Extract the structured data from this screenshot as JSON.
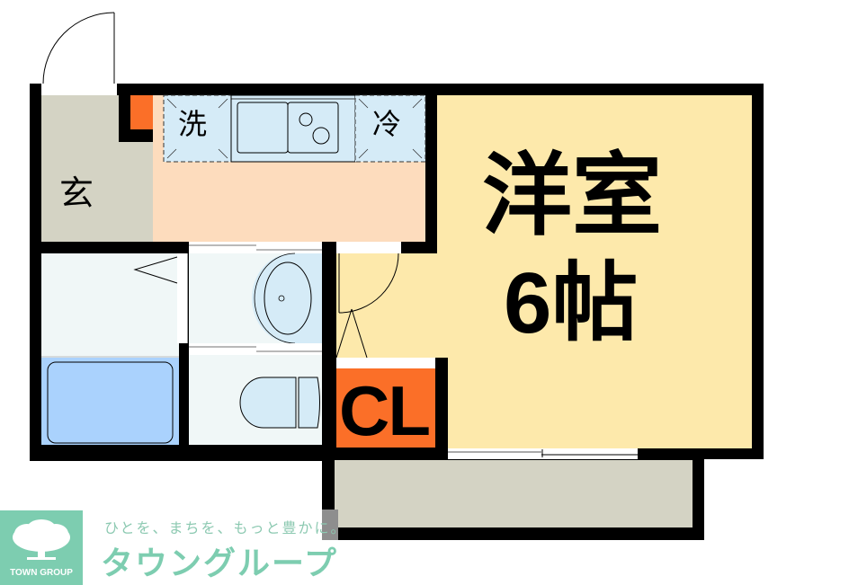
{
  "floor_plan": {
    "rooms": {
      "entrance": {
        "label": "玄",
        "color": "#d4d3c4"
      },
      "kitchen": {
        "color": "#fddcbd"
      },
      "washer_space": {
        "label": "洗",
        "color": "#d5ebf7"
      },
      "fridge_space": {
        "label": "冷",
        "color": "#d5ebf7"
      },
      "western_room": {
        "label": "洋室",
        "size_label": "6帖",
        "color": "#fde9ab"
      },
      "closet": {
        "label": "CL",
        "color": "#fb6f28"
      },
      "bathroom": {
        "color": "#f0f7f7",
        "tub_color": "#aad2fd"
      },
      "washroom": {
        "color": "#f0f7f7",
        "basin_color": "#d5ebf7"
      },
      "toilet": {
        "color": "#f0f7f7",
        "fixture_color": "#d5ebf7"
      },
      "balcony": {
        "color": "#d4d3c4"
      },
      "meter_box": {
        "color": "#fb6f28"
      }
    },
    "wall_color": "#000000"
  },
  "branding": {
    "logo_caption": "TOWN GROUP",
    "tagline": "ひとを、まちを、もっと豊かに。",
    "brand_name": "タウングループ",
    "brand_color": "#7dcdb0"
  }
}
